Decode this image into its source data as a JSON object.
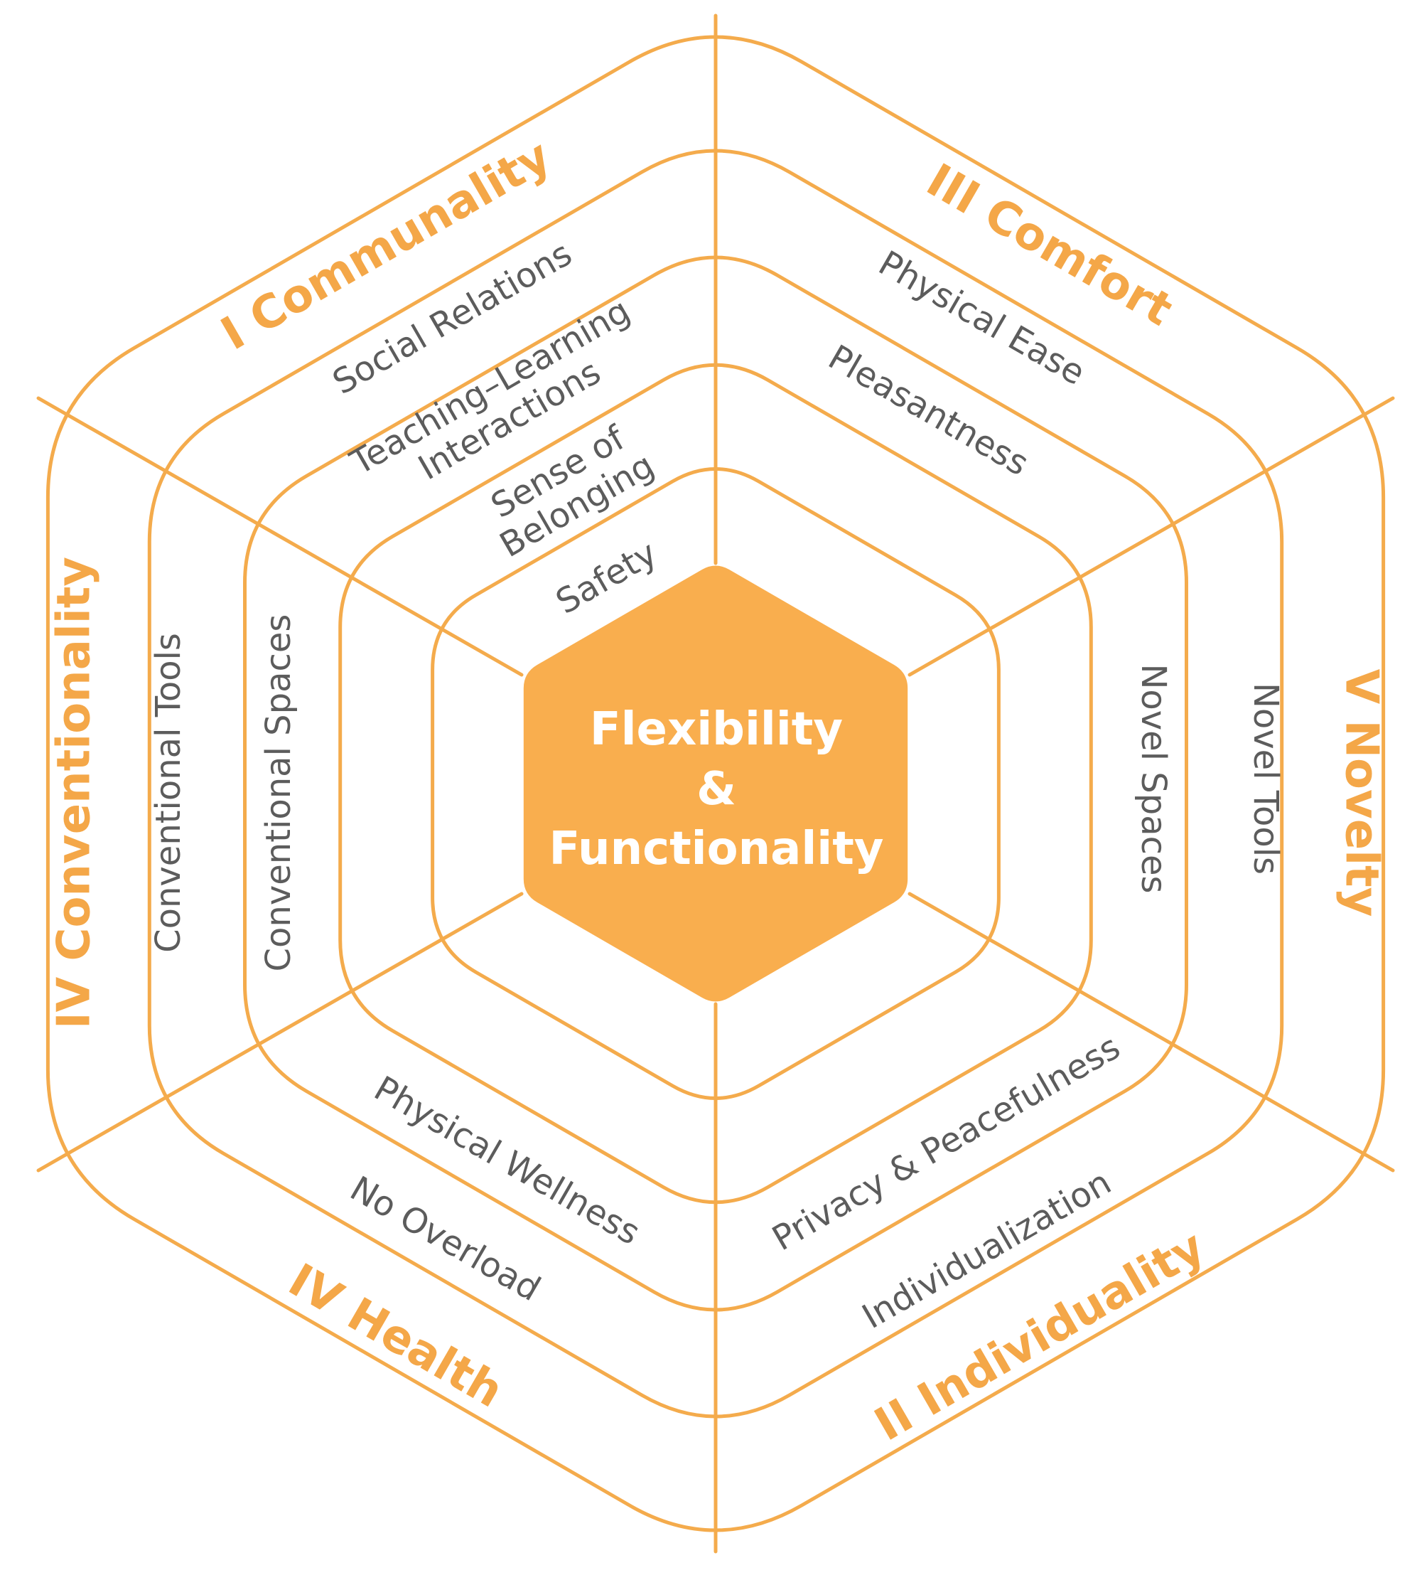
{
  "colors": {
    "line": "#f4ab4c",
    "core": "#f9ae4e",
    "dimension_text": "#f4a748",
    "sub_text": "#5c5c5c",
    "center_text": "#ffffff"
  },
  "center": {
    "line1": "Flexibility",
    "line2": "&",
    "line3": "Functionality"
  },
  "dimensions": {
    "communality": "I Communality",
    "individuality": "II Individuality",
    "comfort": "III Comfort",
    "health": "IV Health",
    "conventionality": "IV Conventionality",
    "novelty": "V Novelty"
  },
  "subcategories": {
    "social_relations": "Social Relations",
    "teaching_learning_1": "Teaching–Learning",
    "teaching_learning_2": "Interactions",
    "sense_of_belonging_1": "Sense of",
    "sense_of_belonging_2": "Belonging",
    "safety": "Safety",
    "physical_ease": "Physical Ease",
    "pleasantness": "Pleasantness",
    "conventional_tools": "Conventional Tools",
    "conventional_spaces": "Conventional Spaces",
    "novel_spaces": "Novel Spaces",
    "novel_tools": "Novel Tools",
    "physical_wellness": "Physical Wellness",
    "no_overload": "No Overload",
    "privacy_peacefulness": "Privacy & Peacefulness",
    "individualization": "Individualization"
  }
}
